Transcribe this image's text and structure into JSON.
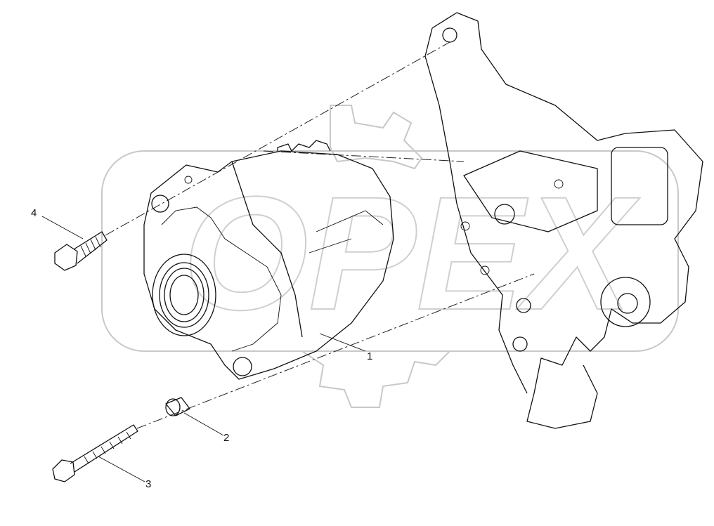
{
  "diagram": {
    "callouts": [
      {
        "id": "1",
        "part": "alternator"
      },
      {
        "id": "2",
        "part": "spacer-bushing"
      },
      {
        "id": "3",
        "part": "long-flange-bolt"
      },
      {
        "id": "4",
        "part": "hex-bolt"
      }
    ],
    "watermark": "OPEX"
  }
}
